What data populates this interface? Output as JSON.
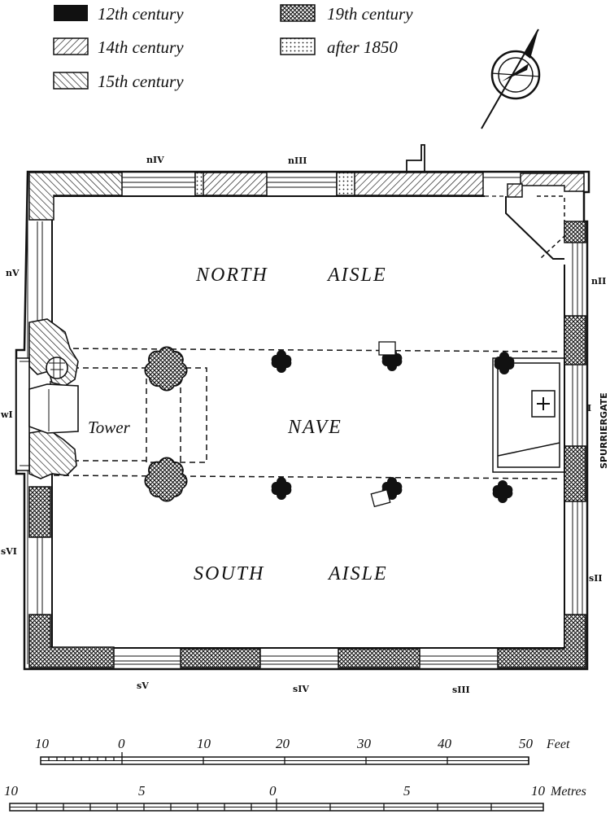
{
  "legend": [
    {
      "label": "12th century",
      "pattern": "solid"
    },
    {
      "label": "14th century",
      "pattern": "hatch-diag"
    },
    {
      "label": "15th century",
      "pattern": "hatch-back"
    },
    {
      "label": "19th century",
      "pattern": "crosshatch"
    },
    {
      "label": "after 1850",
      "pattern": "dots"
    }
  ],
  "rooms": {
    "north_aisle": [
      "NORTH",
      "AISLE"
    ],
    "nave": "NAVE",
    "south_aisle": [
      "SOUTH",
      "AISLE"
    ],
    "tower": "Tower"
  },
  "windows": {
    "nIV": "nIV",
    "nIII": "nIII",
    "nV": "nV",
    "nII": "nII",
    "wI": "wI",
    "I": "I",
    "sVI": "sVI",
    "sII": "sII",
    "sV": "sV",
    "sIV": "sIV",
    "sIII": "sIII"
  },
  "street": "SPURRIERGATE",
  "scale_feet": {
    "labels": [
      "10",
      "0",
      "10",
      "20",
      "30",
      "40",
      "50"
    ],
    "unit": "Feet"
  },
  "scale_metres": {
    "labels": [
      "10",
      "5",
      "0",
      "5",
      "10"
    ],
    "unit": "Metres"
  },
  "colors": {
    "ink": "#111111",
    "paper": "#ffffff"
  }
}
